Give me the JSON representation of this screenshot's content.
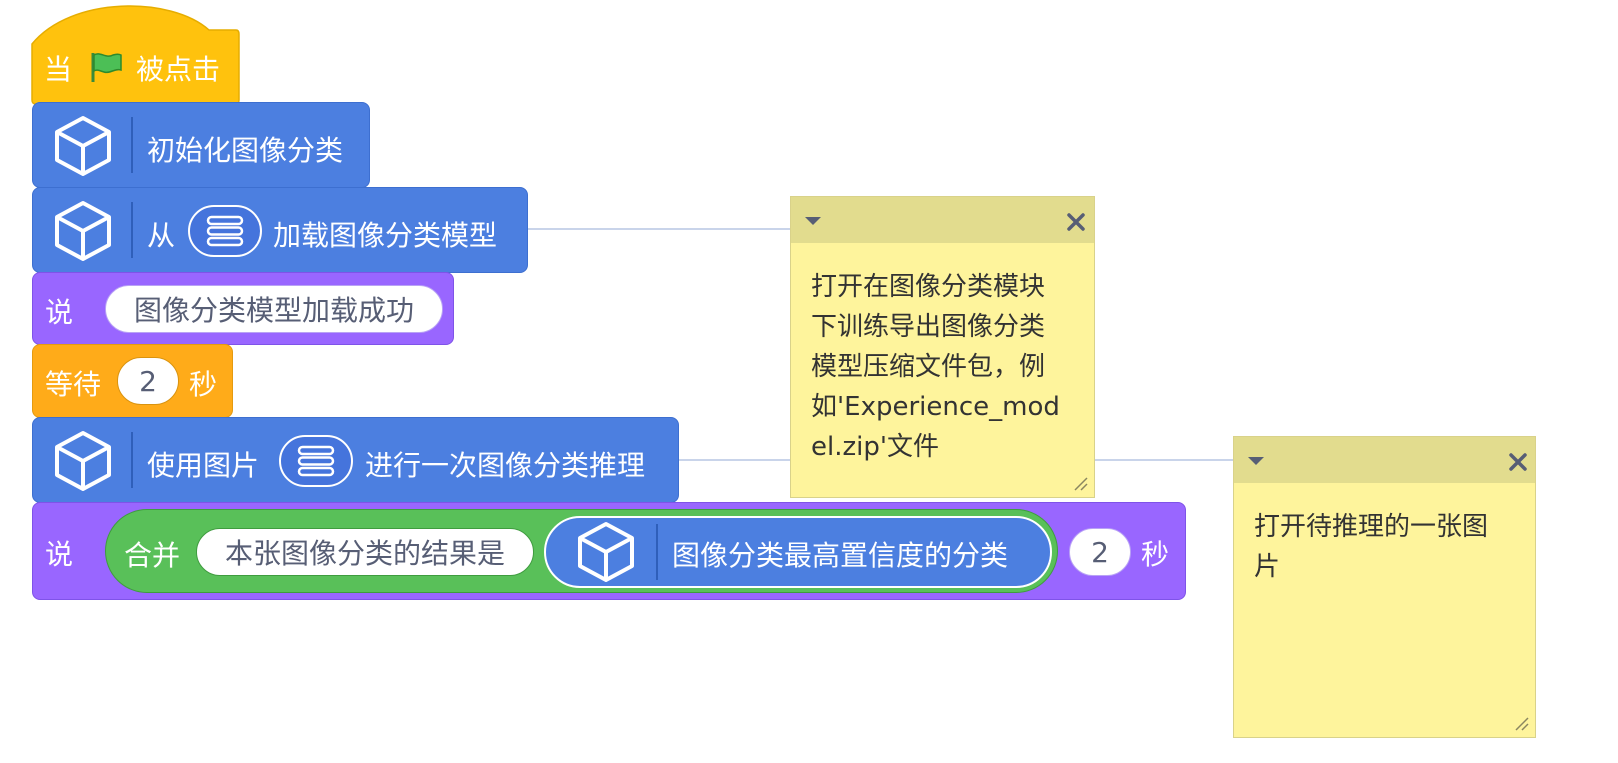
{
  "hat_block": {
    "prefix": "当",
    "suffix": "被点击",
    "icon": "green-flag-icon"
  },
  "blocks": {
    "init": {
      "label": "初始化图像分类"
    },
    "load": {
      "prefix": "从",
      "suffix": "加载图像分类模型"
    },
    "say1": {
      "verb": "说",
      "text": "图像分类模型加载成功"
    },
    "wait": {
      "prefix": "等待",
      "value": "2",
      "suffix": "秒"
    },
    "infer": {
      "prefix": "使用图片",
      "suffix": "进行一次图像分类推理"
    },
    "say2": {
      "verb": "说",
      "join": "合并",
      "join_text": "本张图像分类的结果是",
      "reporter": "图像分类最高置信度的分类",
      "seconds": "2",
      "unit": "秒"
    }
  },
  "comments": [
    {
      "lines": [
        "打开在图像分类模块",
        "下训练导出图像分类",
        "模型压缩文件包，例",
        "如'Experience_mod",
        "el.zip'文件"
      ]
    },
    {
      "lines": [
        "打开待推理的一张图",
        "片"
      ]
    }
  ],
  "colors": {
    "motion_blue": "#4c7fe0",
    "looks_purple": "#9966ff",
    "control_orange": "#ffab19",
    "event_yellow": "#ffc20d",
    "operator_green": "#59c059",
    "note_yellow": "#fef49c"
  }
}
